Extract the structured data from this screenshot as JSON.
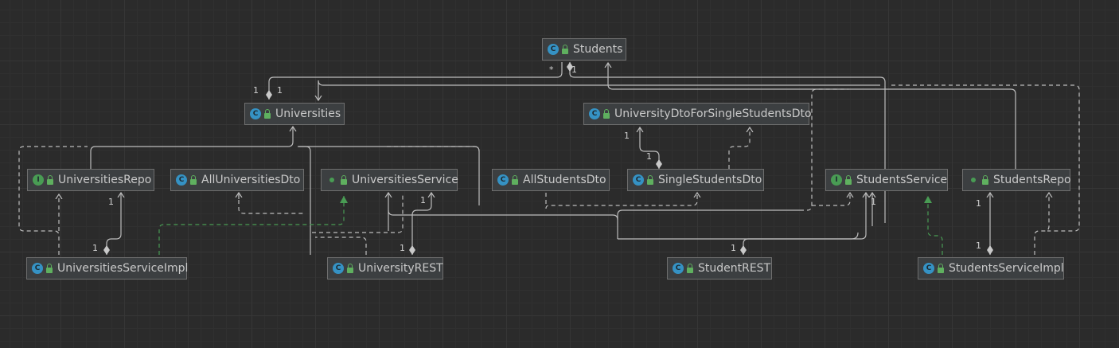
{
  "diagram": {
    "nodes": [
      {
        "id": "students",
        "label": "Students",
        "kind": "class"
      },
      {
        "id": "universities",
        "label": "Universities",
        "kind": "class"
      },
      {
        "id": "univdto",
        "label": "UniversityDtoForSingleStudentsDto",
        "kind": "class"
      },
      {
        "id": "unirepo",
        "label": "UniversitiesRepo",
        "kind": "interface"
      },
      {
        "id": "alluni",
        "label": "AllUniversitiesDto",
        "kind": "class"
      },
      {
        "id": "uniserv",
        "label": "UniversitiesService",
        "kind": "interface"
      },
      {
        "id": "allstud",
        "label": "AllStudentsDto",
        "kind": "class"
      },
      {
        "id": "singlestud",
        "label": "SingleStudentsDto",
        "kind": "class"
      },
      {
        "id": "studserv",
        "label": "StudentsService",
        "kind": "interface"
      },
      {
        "id": "studrepo",
        "label": "StudentsRepo",
        "kind": "interface"
      },
      {
        "id": "uniservimpl",
        "label": "UniversitiesServiceImpl",
        "kind": "class"
      },
      {
        "id": "unirest",
        "label": "UniversityREST",
        "kind": "class"
      },
      {
        "id": "studrest",
        "label": "StudentREST",
        "kind": "class"
      },
      {
        "id": "studservimpl",
        "label": "StudentsServiceImpl",
        "kind": "class"
      }
    ],
    "multiplicity_labels": [
      {
        "id": "m-students-star",
        "text": "*"
      },
      {
        "id": "m-students-1",
        "text": "1"
      },
      {
        "id": "m-uni-1a",
        "text": "1"
      },
      {
        "id": "m-uni-1b",
        "text": "1"
      },
      {
        "id": "m-univdto-1a",
        "text": "1"
      },
      {
        "id": "m-univdto-1b",
        "text": "1"
      },
      {
        "id": "m-unirepo-1",
        "text": "1"
      },
      {
        "id": "m-uniimpl-1",
        "text": "1"
      },
      {
        "id": "m-uniserv-1",
        "text": "1"
      },
      {
        "id": "m-unirest-1",
        "text": "1"
      },
      {
        "id": "m-studserv-1",
        "text": "1"
      },
      {
        "id": "m-studrest-1",
        "text": "1"
      },
      {
        "id": "m-studrepo-1",
        "text": "1"
      },
      {
        "id": "m-studimpl-1",
        "text": "1"
      }
    ],
    "colors": {
      "background": "#2b2b2b",
      "node_fill": "#3c3f41",
      "node_border": "#6e6e6e",
      "edge": "#bcbcbc",
      "realization": "#499c54",
      "class_icon": "#3592c4",
      "interface_icon": "#499c54"
    }
  }
}
